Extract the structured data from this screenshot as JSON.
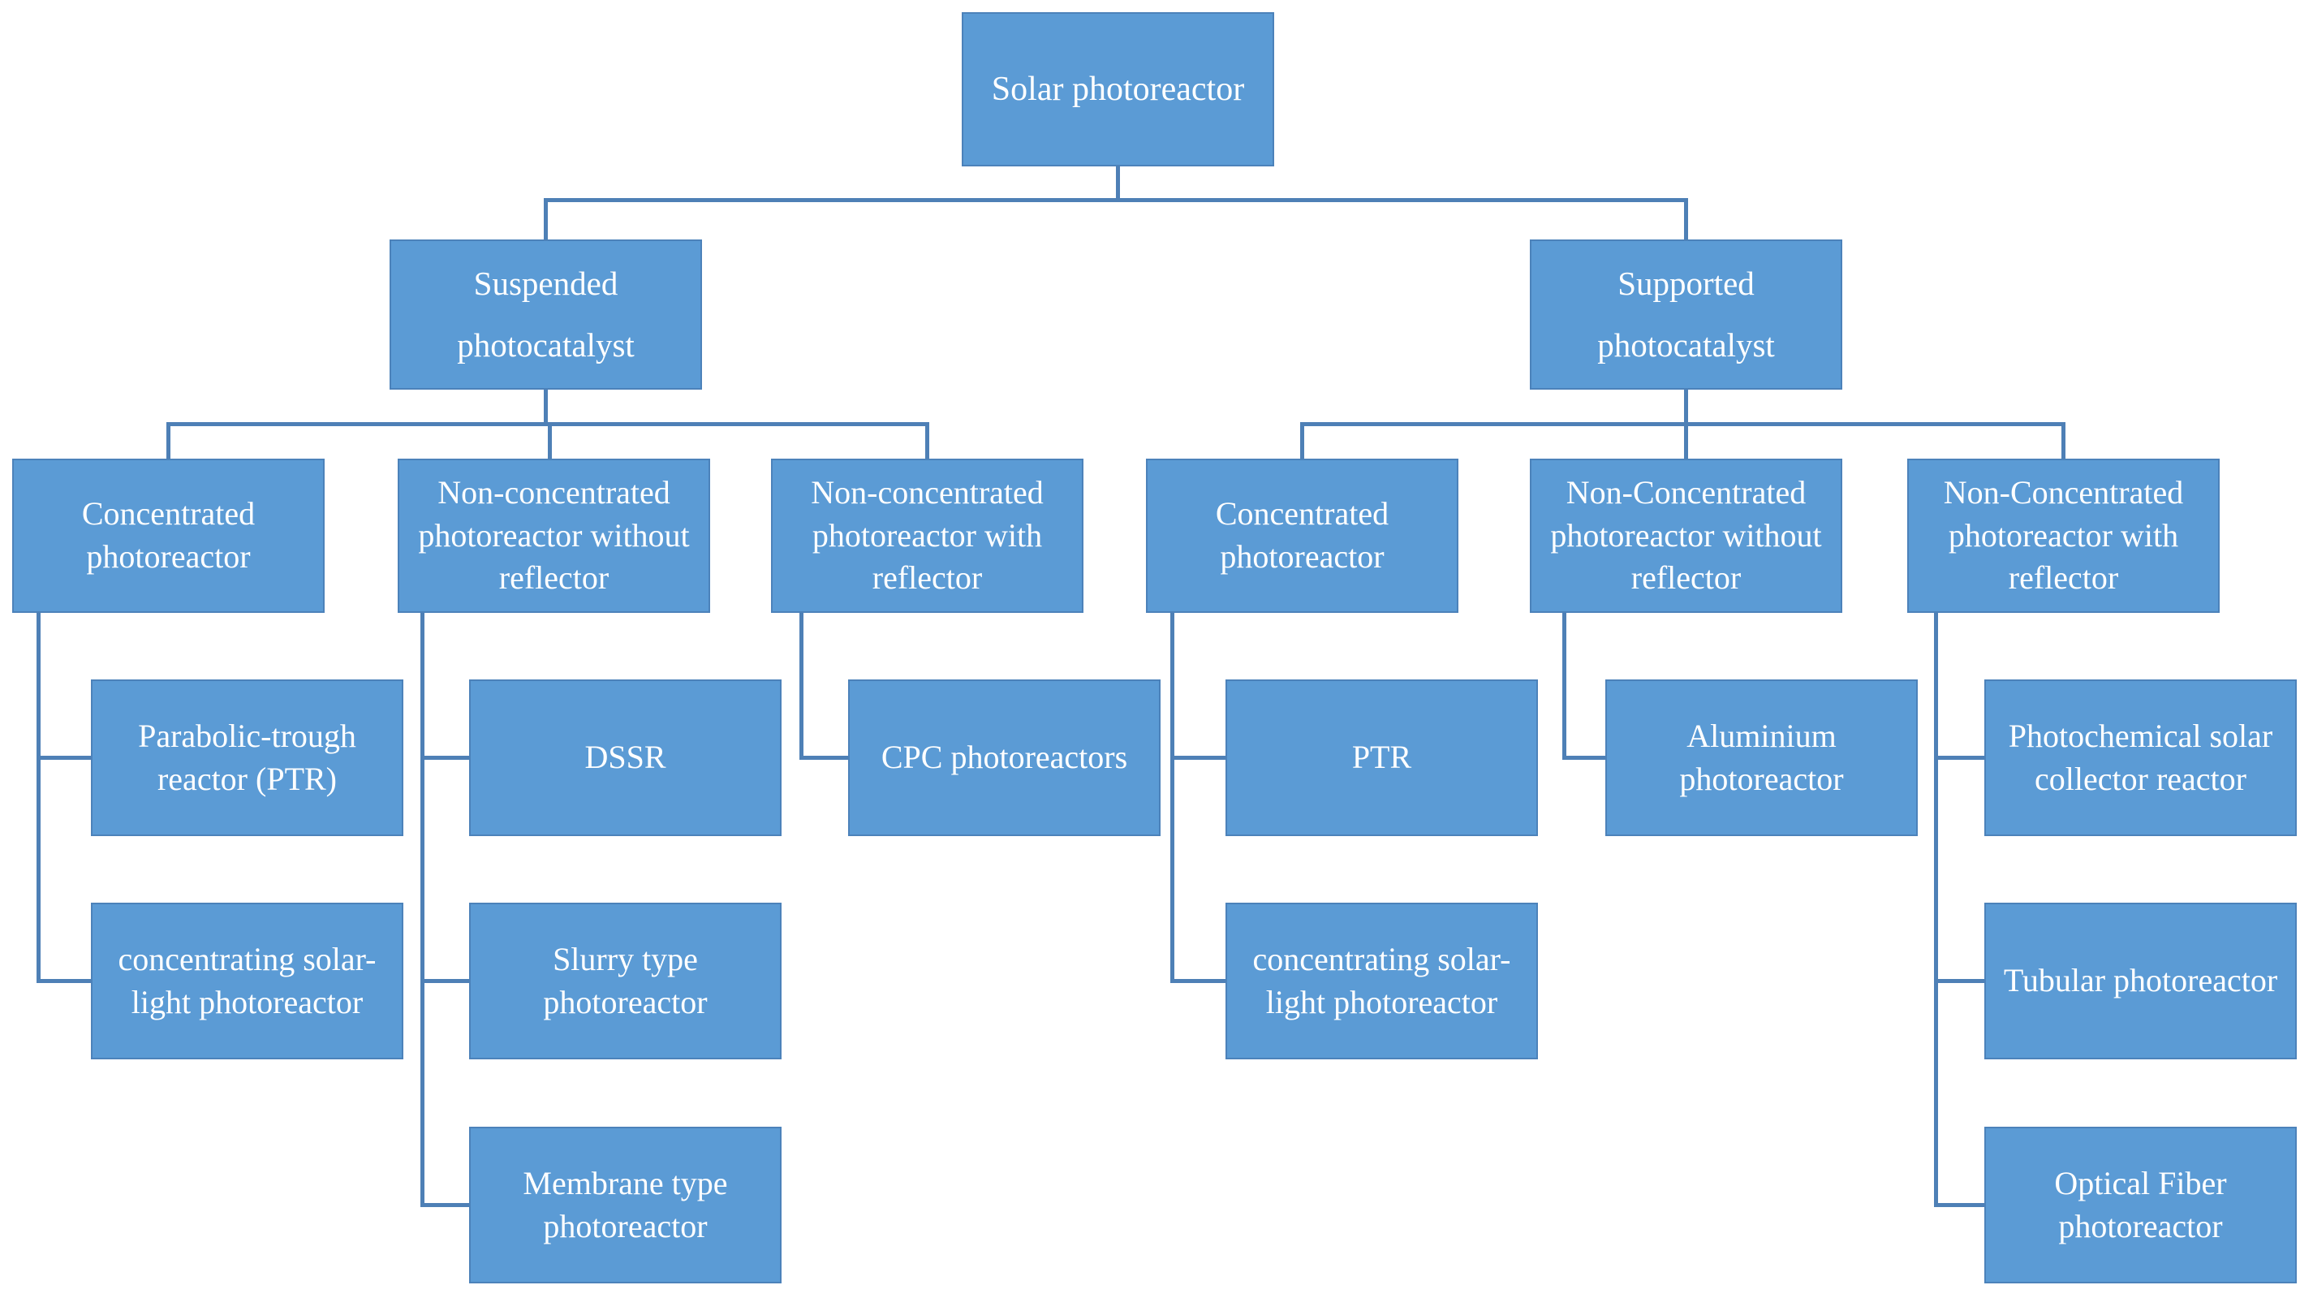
{
  "colors": {
    "node_fill": "#5b9bd5",
    "node_border": "#4c82ba",
    "connector": "#4e80b6",
    "node_text": "#ffffff",
    "background": "#ffffff"
  },
  "tree": {
    "root": {
      "label": "Solar photoreactor",
      "children": [
        {
          "label": "Suspended photocatalyst",
          "children": [
            {
              "label": "Concentrated photoreactor",
              "children": [
                {
                  "label": "Parabolic-trough reactor (PTR)"
                },
                {
                  "label": "concentrating solar-light photoreactor"
                }
              ]
            },
            {
              "label": "Non-concentrated photoreactor without reflector",
              "children": [
                {
                  "label": "DSSR"
                },
                {
                  "label": "Slurry type photoreactor"
                },
                {
                  "label": "Membrane type photoreactor"
                }
              ]
            },
            {
              "label": "Non-concentrated photoreactor with reflector",
              "children": [
                {
                  "label": "CPC photoreactors"
                }
              ]
            }
          ]
        },
        {
          "label": "Supported photocatalyst",
          "children": [
            {
              "label": "Concentrated photoreactor",
              "children": [
                {
                  "label": "PTR"
                },
                {
                  "label": "concentrating solar-light photoreactor"
                }
              ]
            },
            {
              "label": "Non-Concentrated photoreactor without reflector",
              "children": [
                {
                  "label": "Aluminium photoreactor"
                }
              ]
            },
            {
              "label": "Non-Concentrated photoreactor with reflector",
              "children": [
                {
                  "label": "Photochemical solar collector reactor"
                },
                {
                  "label": "Tubular photoreactor"
                },
                {
                  "label": "Optical Fiber photoreactor"
                }
              ]
            }
          ]
        }
      ]
    }
  }
}
